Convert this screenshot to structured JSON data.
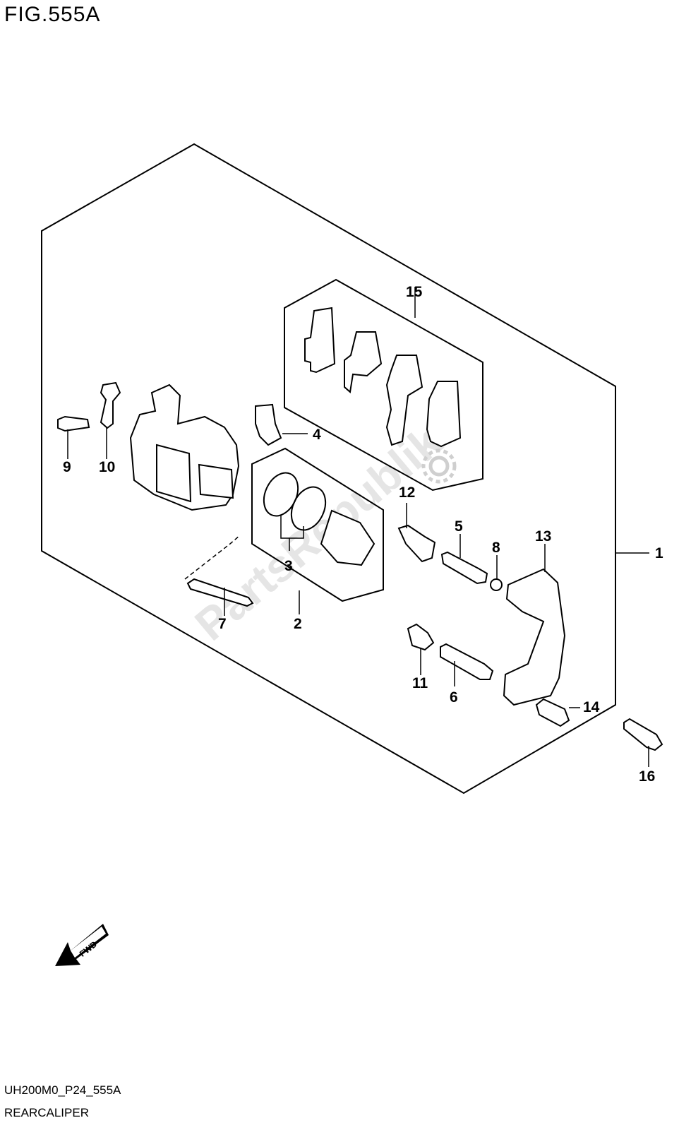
{
  "figure": {
    "title": "FIG.555A"
  },
  "callouts": {
    "c1": "1",
    "c2": "2",
    "c3": "3",
    "c4": "4",
    "c5": "5",
    "c6": "6",
    "c7": "7",
    "c8": "8",
    "c9": "9",
    "c10": "10",
    "c11": "11",
    "c12": "12",
    "c13": "13",
    "c14": "14",
    "c15": "15",
    "c16": "16"
  },
  "fwd_label": "FWD",
  "watermark": "PartsRepublik",
  "footer": {
    "code": "UH200M0_P24_555A",
    "caption": "REARCALIPER"
  }
}
